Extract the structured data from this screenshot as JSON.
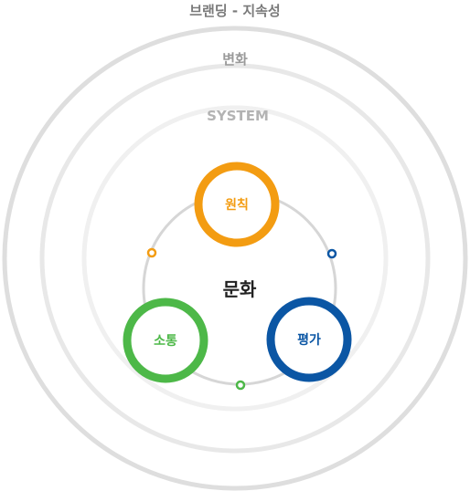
{
  "rings": {
    "outer": {
      "label": "브랜딩 - 지속성",
      "color": "#dedede"
    },
    "middle": {
      "label": "변화",
      "color": "#e8e8e8"
    },
    "inner": {
      "label": "SYSTEM",
      "color": "#f0f0f0"
    }
  },
  "center": {
    "label": "문화"
  },
  "nodes": {
    "top": {
      "label": "원칙",
      "color": "#f39c12"
    },
    "left": {
      "label": "소통",
      "color": "#4db848"
    },
    "right": {
      "label": "평가",
      "color": "#0b56a4"
    }
  },
  "connector": {
    "color": "#d6d6d6"
  }
}
